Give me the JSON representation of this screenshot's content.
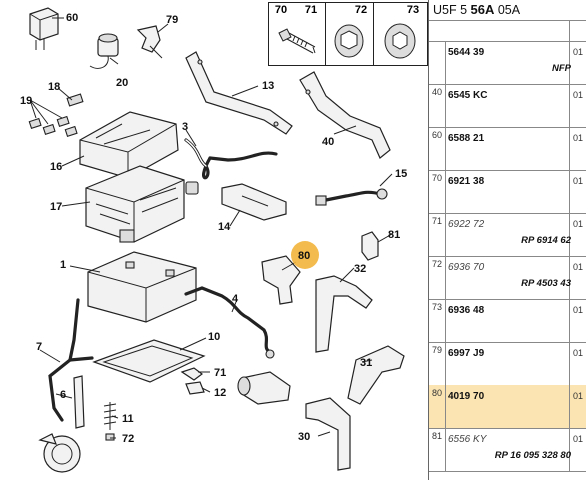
{
  "header": {
    "prefix": "U5F 5 ",
    "bold": "56A",
    "suffix": " 05A"
  },
  "hardware_labels": [
    "70",
    "71",
    "72",
    "73"
  ],
  "callouts": [
    "60",
    "79",
    "18",
    "19",
    "20",
    "13",
    "3",
    "16",
    "17",
    "14",
    "40",
    "15",
    "81",
    "1",
    "4",
    "80",
    "32",
    "7",
    "10",
    "71",
    "12",
    "6",
    "11",
    "72",
    "31",
    "30"
  ],
  "rows": [
    {
      "idx": "",
      "ref": "5644 39",
      "sub": "NFP",
      "rev": "01",
      "italic": false,
      "highlight": false
    },
    {
      "idx": "40",
      "ref": "6545 KC",
      "sub": "",
      "rev": "01",
      "italic": false,
      "highlight": false
    },
    {
      "idx": "60",
      "ref": "6588 21",
      "sub": "",
      "rev": "01",
      "italic": false,
      "highlight": false
    },
    {
      "idx": "70",
      "ref": "6921 38",
      "sub": "",
      "rev": "01",
      "italic": false,
      "highlight": false
    },
    {
      "idx": "71",
      "ref": "6922 72",
      "sub": "RP 6914 62",
      "rev": "01",
      "italic": true,
      "highlight": false
    },
    {
      "idx": "72",
      "ref": "6936 70",
      "sub": "RP 4503 43",
      "rev": "01",
      "italic": true,
      "highlight": false
    },
    {
      "idx": "73",
      "ref": "6936 48",
      "sub": "",
      "rev": "01",
      "italic": false,
      "highlight": false
    },
    {
      "idx": "79",
      "ref": "6997 J9",
      "sub": "",
      "rev": "01",
      "italic": false,
      "highlight": false
    },
    {
      "idx": "80",
      "ref": "4019 70",
      "sub": "",
      "rev": "01",
      "italic": false,
      "highlight": true
    },
    {
      "idx": "81",
      "ref": "6556 KY",
      "sub": "RP 16 095 328 80",
      "rev": "01",
      "italic": true,
      "highlight": false
    }
  ],
  "colors": {
    "highlight_row": "#fbe4b2",
    "badge": "#f2b43a"
  }
}
